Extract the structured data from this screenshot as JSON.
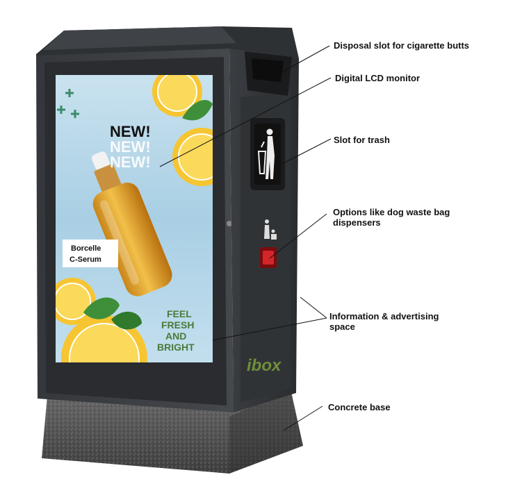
{
  "callouts": [
    {
      "id": "cigarette",
      "text": "Disposal slot for cigarette butts"
    },
    {
      "id": "lcd",
      "text": "Digital LCD monitor"
    },
    {
      "id": "trash",
      "text": "Slot for trash"
    },
    {
      "id": "dogwaste",
      "text": "Options like dog waste bag dispensers"
    },
    {
      "id": "advert",
      "text": "Information & advertising space"
    },
    {
      "id": "base",
      "text": "Concrete base"
    }
  ],
  "ad": {
    "headline": "NEW!",
    "headline_echo_1": "NEW!",
    "headline_echo_2": "NEW!",
    "product_name": "Borcelle",
    "product_subname": "C-Serum",
    "tagline_1": "FEEL",
    "tagline_2": "FRESH",
    "tagline_3": "AND",
    "tagline_4": "BRIGHT"
  },
  "brand": {
    "logo_text": "ibox"
  },
  "colors": {
    "body": "#3c3f43",
    "frame": "#2c2e31",
    "ad_bg": "#bcd9ea",
    "orange": "#f4b21e",
    "serum": "#d99a1e",
    "tagline": "#4a7a3a",
    "logo": "#6f8f3a",
    "concrete": "#5a5a5a"
  }
}
